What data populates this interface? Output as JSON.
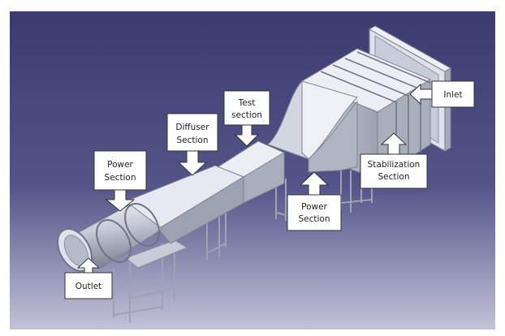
{
  "diagram": {
    "labels": {
      "inlet": "Inlet",
      "stabilization_line1": "Stabilization",
      "stabilization_line2": "Section",
      "test_line1": "Test",
      "test_line2": "section",
      "diffuser_line1": "Diffuser",
      "diffuser_line2": "Section",
      "power_left_line1": "Power",
      "power_left_line2": "Section",
      "power_center_line1": "Power",
      "power_center_line2": "Section",
      "outlet": "Outlet"
    },
    "colors": {
      "background_top": "#3b3b70",
      "background_bottom": "#c2c2d8",
      "metal_light": "#e6e8ef",
      "metal_mid": "#b7bbc9",
      "metal_dark": "#868b9b",
      "callout_fill": "#ffffff",
      "callout_stroke": "#333333"
    }
  }
}
